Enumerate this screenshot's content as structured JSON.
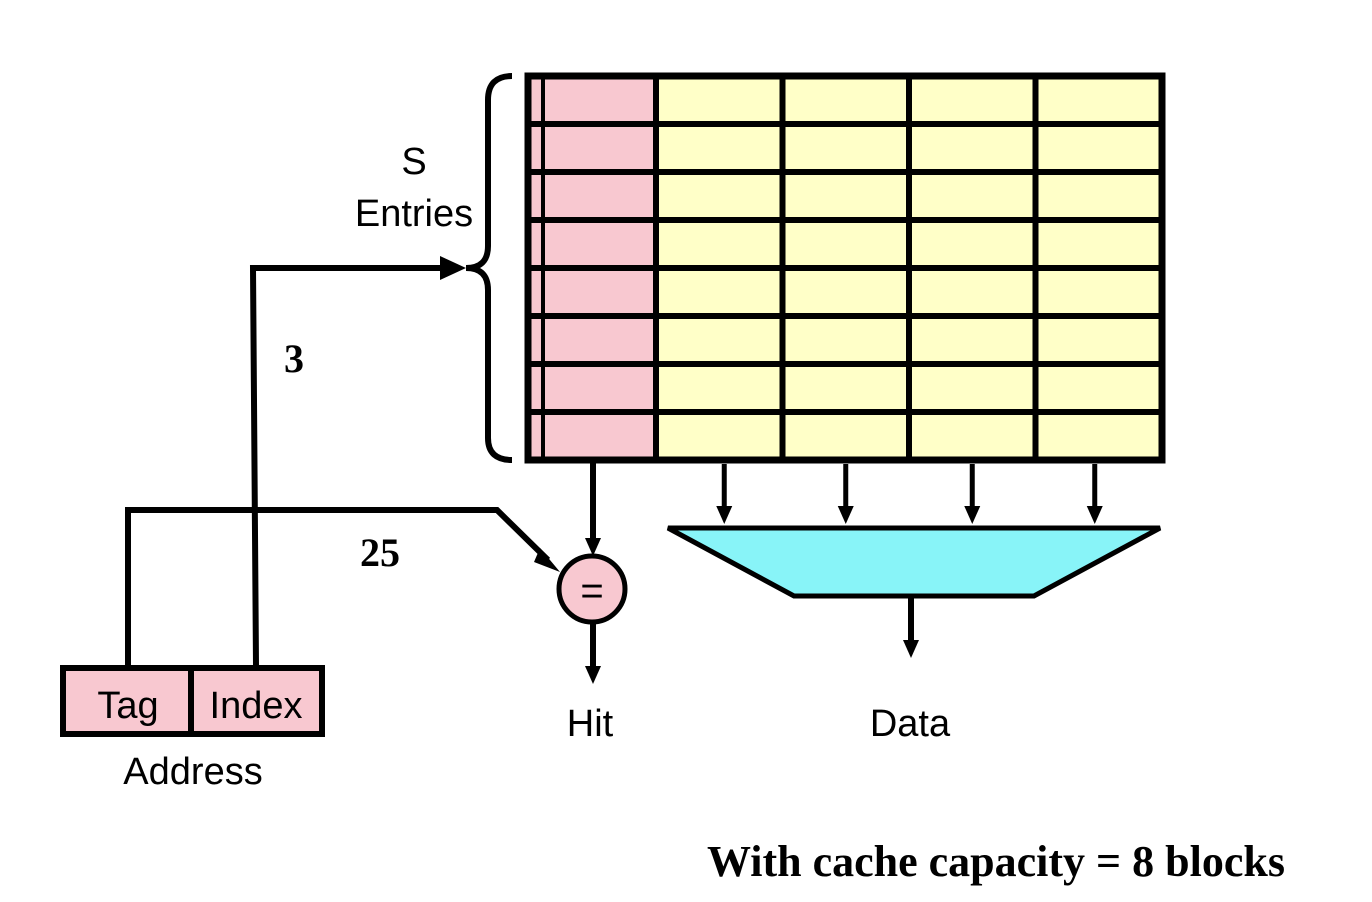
{
  "labels": {
    "entries_line1": "S",
    "entries_line2": "Entries",
    "index_bits": "3",
    "tag_bits": "25",
    "tag_field": "Tag",
    "index_field": "Index",
    "address": "Address",
    "comparator_symbol": "=",
    "hit": "Hit",
    "data": "Data",
    "caption": "With cache capacity = 8 blocks"
  },
  "cache": {
    "rows": 8,
    "data_columns": 4
  },
  "colors": {
    "tag_fill": "#f8c8d0",
    "data_fill": "#ffffc8",
    "mux_fill": "#88f4f8",
    "line": "#000000"
  }
}
